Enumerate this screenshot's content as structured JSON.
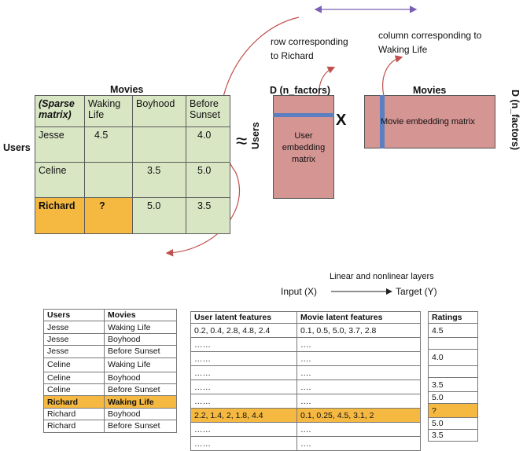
{
  "top": {
    "movies_label": "Movies",
    "users_label": "Users",
    "approx_symbol": "≈",
    "times_symbol": "X",
    "row_note_line1": "row corresponding",
    "row_note_line2": "to Richard",
    "col_note_line1": "column corresponding to",
    "col_note_line2": "Waking Life",
    "user_matrix": {
      "dim_label": "D (n_factors)",
      "side_label": "Users",
      "body_line1": "User",
      "body_line2": "embedding",
      "body_line3": "matrix"
    },
    "movie_matrix": {
      "header_label": "Movies",
      "side_label": "D (n_factors)",
      "body": "Movie embedding matrix"
    },
    "sparse": {
      "corner_line1": "(Sparse",
      "corner_line2": "matrix)",
      "col1_line1": "Waking",
      "col1_line2": "Life",
      "col2": "Boyhood",
      "col3_line1": "Before",
      "col3_line2": "Sunset",
      "rows": [
        {
          "user": "Jesse",
          "c1": "4.5",
          "c2": "",
          "c3": "4.0"
        },
        {
          "user": "Celine",
          "c1": "",
          "c2": "3.5",
          "c3": "5.0"
        },
        {
          "user": "Richard",
          "c1": "?",
          "c2": "5.0",
          "c3": "3.5"
        }
      ]
    }
  },
  "flow": {
    "layers_label": "Linear and nonlinear layers",
    "input_label": "Input (X)",
    "target_label": "Target (Y)"
  },
  "pairs_table": {
    "headers": [
      "Users",
      "Movies"
    ],
    "rows": [
      [
        "Jesse",
        "Waking Life"
      ],
      [
        "Jesse",
        "Boyhood"
      ],
      [
        "Jesse",
        "Before Sunset"
      ],
      [
        "Celine",
        "Waking Life"
      ],
      [
        "Celine",
        "Boyhood"
      ],
      [
        "Celine",
        "Before Sunset"
      ],
      [
        "Richard",
        "Waking Life"
      ],
      [
        "Richard",
        "Boyhood"
      ],
      [
        "Richard",
        "Before Sunset"
      ]
    ],
    "highlight_row": 6
  },
  "latent_table": {
    "headers": [
      "User latent features",
      "Movie latent features"
    ],
    "rows": [
      [
        "0.2, 0.4, 2.8, 4.8, 2.4",
        "0.1, 0.5, 5.0, 3.7, 2.8"
      ],
      [
        "……",
        "…."
      ],
      [
        "……",
        "…."
      ],
      [
        "……",
        "…."
      ],
      [
        "……",
        "…."
      ],
      [
        "……",
        "…."
      ],
      [
        "2.2, 1.4, 2, 1.8, 4.4",
        "0.1, 0.25, 4.5, 3.1, 2"
      ],
      [
        "……",
        "…."
      ],
      [
        "……",
        "…."
      ]
    ],
    "highlight_row": 6
  },
  "ratings_table": {
    "header": "Ratings",
    "rows": [
      "4.5",
      "",
      "4.0",
      "",
      "3.5",
      "5.0",
      "?",
      "5.0",
      "3.5"
    ],
    "highlight_row": 6
  },
  "colors": {
    "sparse_fill": "#d9e6c4",
    "highlight": "#f5b942",
    "matrix_fill": "#d59593",
    "strip": "#5b7fc0",
    "arrow": "#c0504d",
    "double_arrow": "#7b5fb5"
  }
}
